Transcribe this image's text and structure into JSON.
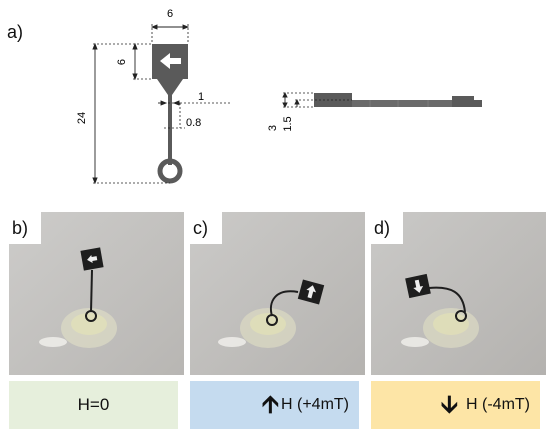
{
  "panel_labels": {
    "a": "a)",
    "b": "b)",
    "c": "c)",
    "d": "d)"
  },
  "top_view_dims": {
    "head_width": "6",
    "head_height": "6",
    "total_length": "24",
    "beam_width_1": "1",
    "beam_width_2": "0.8"
  },
  "side_view_dims": {
    "height_3": "3",
    "height_1_5": "1.5"
  },
  "captions": {
    "b": "H=0",
    "c": "H (+4mT)",
    "d": "H (-4mT)"
  },
  "colors": {
    "caption_b": "#e6efdc",
    "caption_c": "#c5dbef",
    "caption_d": "#fde5a6",
    "device": "#5a5a5a",
    "photo_bg": "#c3c1bf"
  }
}
